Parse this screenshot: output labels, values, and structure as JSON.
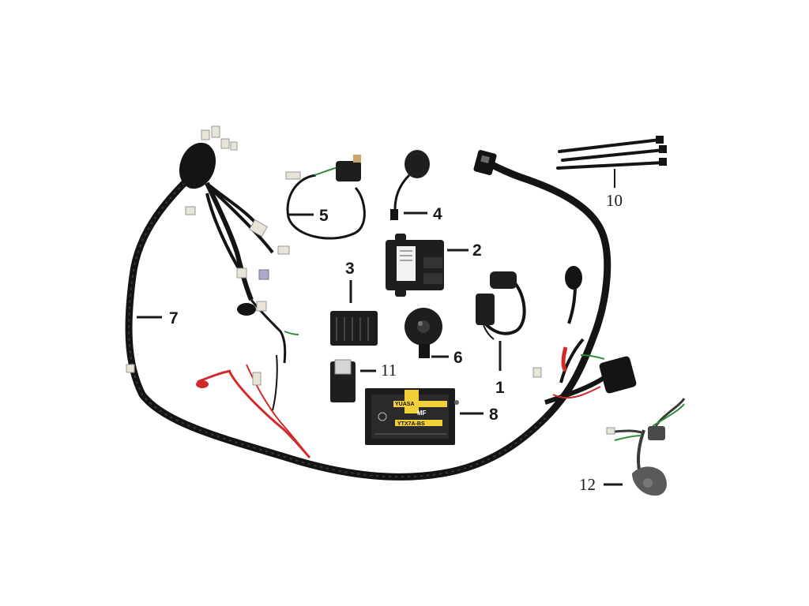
{
  "parts": [
    {
      "id": "ignition-coil",
      "number": "1"
    },
    {
      "id": "cdi-unit",
      "number": "2"
    },
    {
      "id": "regulator-rectifier",
      "number": "3"
    },
    {
      "id": "neutral-switch",
      "number": "4"
    },
    {
      "id": "starter-relay",
      "number": "5"
    },
    {
      "id": "horn",
      "number": "6"
    },
    {
      "id": "main-wire-harness",
      "number": "7"
    },
    {
      "id": "battery",
      "number": "8"
    },
    {
      "id": "cable-ties",
      "number": "10"
    },
    {
      "id": "flasher-relay",
      "number": "11"
    },
    {
      "id": "side-stand-switch",
      "number": "12"
    }
  ],
  "battery_label": {
    "brand": "YUASA",
    "model": "YTX7A-BS",
    "sub": "MF"
  },
  "colors": {
    "background": "#ffffff",
    "harness": "#141414",
    "wire_red": "#d12a2a",
    "wire_green": "#2f8f3a",
    "connector": "#e8e4d8",
    "battery_label": "#f2cf3a"
  }
}
